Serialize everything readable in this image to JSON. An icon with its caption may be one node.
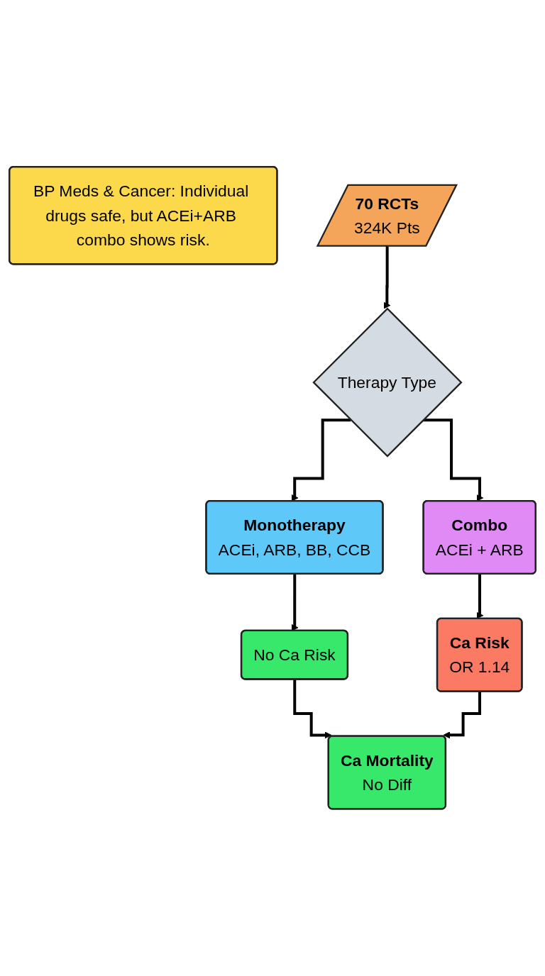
{
  "diagram": {
    "nodes": [
      {
        "text": [
          "BP Meds & Cancer: Individual drugs safe, but ACEi+ARB combo shows risk."
        ]
      },
      {
        "text": [
          "70 RCTs",
          "324K Pts"
        ]
      },
      {
        "text": [
          "Therapy Type"
        ]
      },
      {
        "text": [
          "Monotherapy",
          "ACEi, ARB, BB, CCB"
        ]
      },
      {
        "text": [
          "Combo",
          "ACEi + ARB"
        ]
      },
      {
        "text": [
          "No Ca Risk"
        ]
      },
      {
        "text": [
          "Ca Risk",
          "OR 1.14"
        ]
      },
      {
        "text": [
          "Ca Mortality",
          "No Diff"
        ]
      }
    ],
    "edges": [
      {
        "from": 1,
        "to": 2,
        "arrow": "to"
      },
      {
        "from": 2,
        "to": 3,
        "arrow": "to"
      },
      {
        "from": 2,
        "to": 4,
        "arrow": "to"
      },
      {
        "from": 3,
        "to": 5,
        "arrow": "to"
      },
      {
        "from": 4,
        "to": 6,
        "arrow": "to"
      },
      {
        "from": 5,
        "to": 7,
        "arrow": "to"
      },
      {
        "from": 6,
        "to": 7,
        "arrow": "to"
      }
    ]
  }
}
